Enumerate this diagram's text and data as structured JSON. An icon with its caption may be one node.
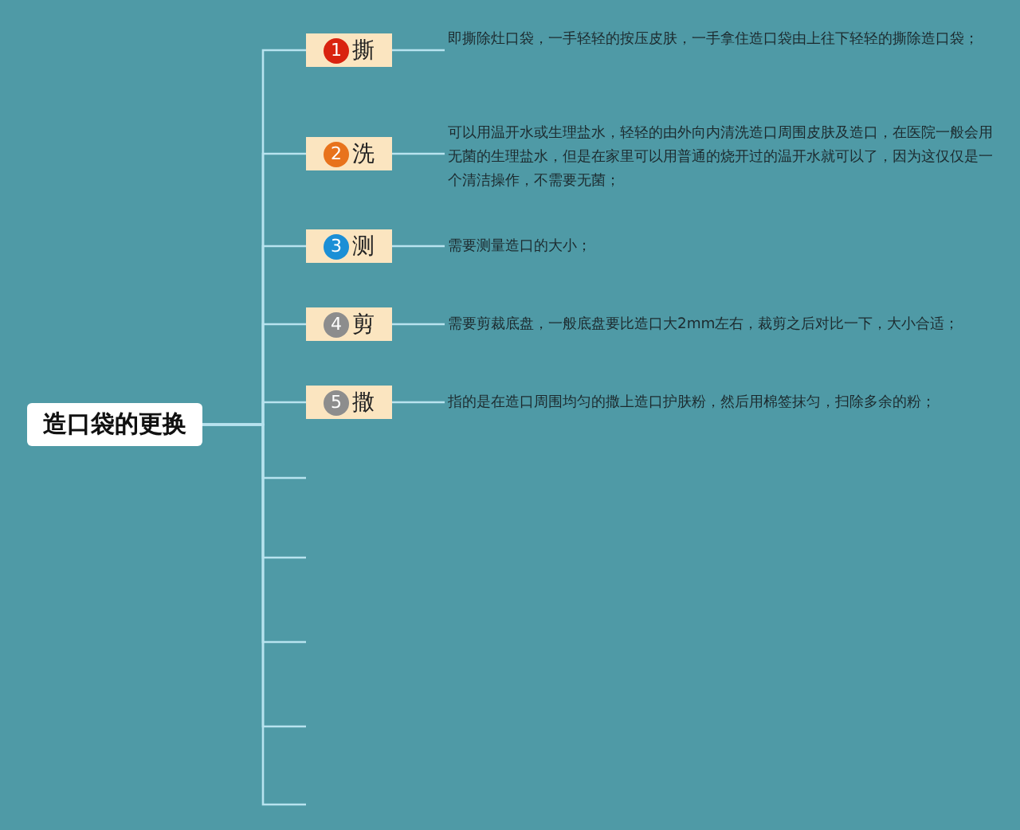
{
  "diagram": {
    "nodes": [
      {
        "text": [
          "造口袋的更换"
        ]
      },
      {
        "text": [
          "1",
          "撕"
        ]
      },
      {
        "text": [
          "2",
          "洗"
        ]
      },
      {
        "text": [
          "3",
          "测"
        ]
      },
      {
        "text": [
          "4",
          "剪"
        ]
      },
      {
        "text": [
          "5",
          "撒"
        ]
      },
      {
        "text": [
          "即撕除灶口袋，一手轻轻的按压皮肤，一手拿住造口袋由上往下轻轻的撕除造口袋；"
        ]
      },
      {
        "text": [
          "可以用温开水或生理盐水，轻轻的由外向内清洗造口周围皮肤及造口，在医院一般会用无菌的生理盐水，但是在家里可以用普通的烧开过的温开水就可以了，因为这仅仅是一个清洁操作，不需要无菌；"
        ]
      },
      {
        "text": [
          "需要测量造口的大小；"
        ]
      },
      {
        "text": [
          "需要剪裁底盘，一般底盘要比造口大2mm左右，裁剪之后对比一下，大小合适；"
        ]
      },
      {
        "text": [
          "指的是在造口周围均匀的撒上造口护肤粉，然后用棉签抹匀，扫除多余的粉；"
        ]
      }
    ],
    "edges": [
      {
        "from": 0,
        "to": 1,
        "arrow": "none"
      },
      {
        "from": 0,
        "to": 2,
        "arrow": "none"
      },
      {
        "from": 0,
        "to": 3,
        "arrow": "none"
      },
      {
        "from": 0,
        "to": 4,
        "arrow": "none"
      },
      {
        "from": 0,
        "to": 5,
        "arrow": "none"
      },
      {
        "from": 0,
        "to": null,
        "arrow": "none"
      },
      {
        "from": 0,
        "to": null,
        "arrow": "none"
      },
      {
        "from": 0,
        "to": null,
        "arrow": "none"
      },
      {
        "from": 0,
        "to": null,
        "arrow": "none"
      },
      {
        "from": 0,
        "to": null,
        "arrow": "none"
      },
      {
        "from": 1,
        "to": 6,
        "arrow": "none"
      },
      {
        "from": 2,
        "to": 7,
        "arrow": "none"
      },
      {
        "from": 3,
        "to": 8,
        "arrow": "none"
      },
      {
        "from": 4,
        "to": 9,
        "arrow": "none"
      },
      {
        "from": 5,
        "to": 10,
        "arrow": "none"
      }
    ]
  }
}
